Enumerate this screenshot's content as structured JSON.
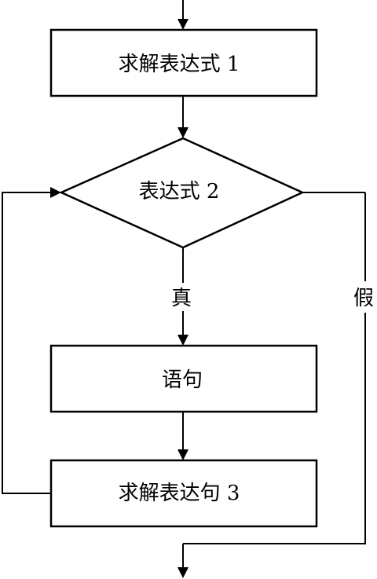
{
  "diagram": {
    "nodes": {
      "init": {
        "label": "求解表达式 1"
      },
      "condition": {
        "label": "表达式 2"
      },
      "body": {
        "label": "语句"
      },
      "update": {
        "label": "求解表达句 3"
      }
    },
    "edges": {
      "true_branch": {
        "label": "真"
      },
      "false_branch": {
        "label": "假"
      }
    }
  }
}
